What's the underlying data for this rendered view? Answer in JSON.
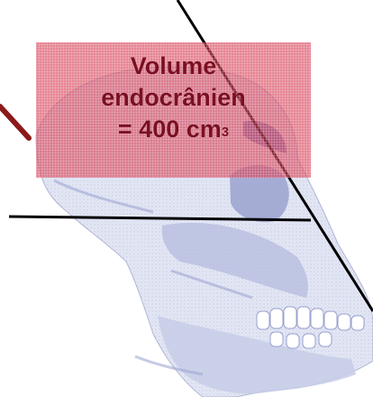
{
  "annotation": {
    "line1": "Volume",
    "line2": "endocrânien",
    "line3_value": "= 400 cm",
    "line3_exponent": "3"
  },
  "colors": {
    "box": "#d63c52",
    "text": "#7a0f22",
    "skull_fill": "#dfe3f2",
    "skull_shade": "#8b93c4",
    "guide_lines": "#000000",
    "pointer": "#8b1a1a"
  },
  "icons": {
    "skull": "skull-illustration",
    "pointer": "red-pointer-arrow"
  }
}
